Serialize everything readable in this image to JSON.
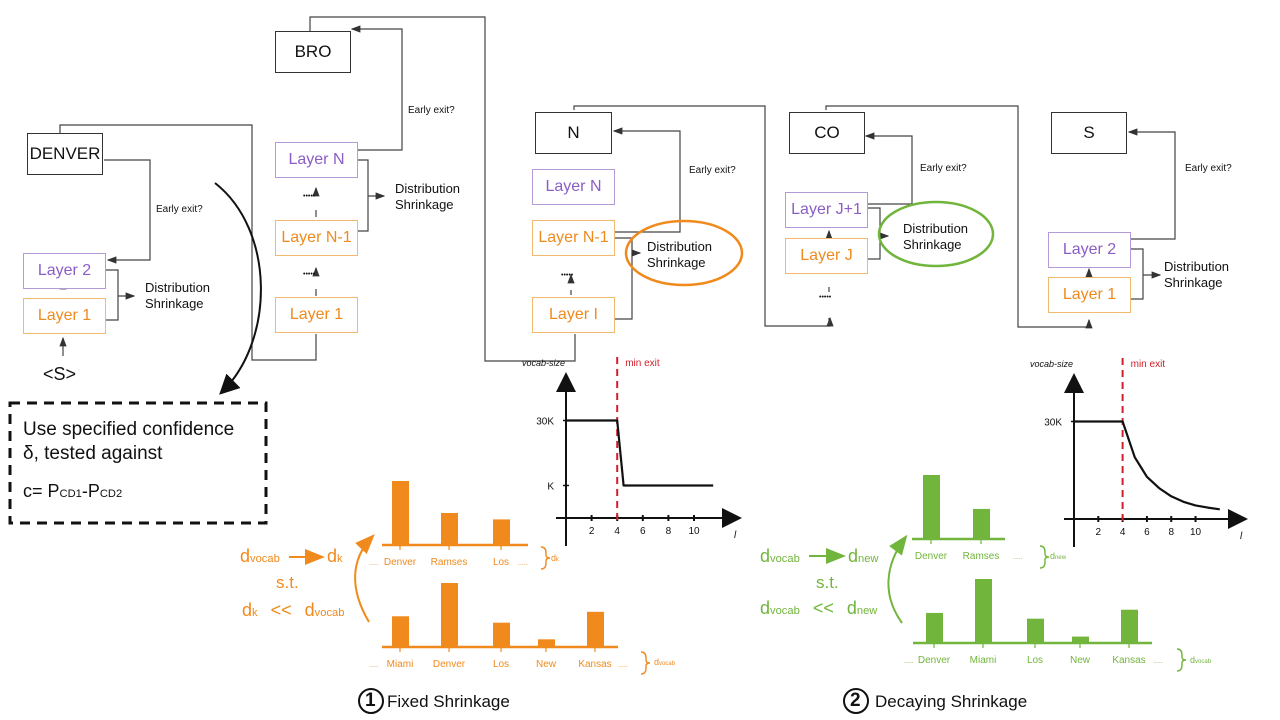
{
  "colors": {
    "orange": "#f08a1c",
    "green": "#72b53c",
    "purple": "#8a5ec6",
    "red_dashed": "#d0202a",
    "line": "#333333"
  },
  "stages": [
    {
      "token": "DENVER",
      "layers": [
        "Layer 2",
        "Layer 1"
      ],
      "input": "<S>",
      "early_exit": "Early exit?",
      "shrinkage": [
        "Distribution",
        "Shrinkage"
      ]
    },
    {
      "token": "BRO",
      "layers": [
        "Layer N",
        "Layer N-1",
        "Layer 1"
      ],
      "early_exit": "Early exit?",
      "shrinkage": [
        "Distribution",
        "Shrinkage"
      ],
      "dots": "•••••"
    },
    {
      "token": "N",
      "layers": [
        "Layer N",
        "Layer N-1",
        "Layer I"
      ],
      "early_exit": "Early exit?",
      "shrinkage": [
        "Distribution",
        "Shrinkage"
      ],
      "dots": "•••••"
    },
    {
      "token": "CO",
      "layers": [
        "Layer J+1",
        "Layer J"
      ],
      "early_exit": "Early exit?",
      "shrinkage": [
        "Distribution",
        "Shrinkage"
      ],
      "dots": "•••••"
    },
    {
      "token": "S",
      "layers": [
        "Layer 2",
        "Layer 1"
      ],
      "early_exit": "Early exit?",
      "shrinkage": [
        "Distribution",
        "Shrinkage"
      ]
    }
  ],
  "confidence_box": {
    "line1": "Use specified confidence",
    "line2": "δ, tested against",
    "formula_prefix": "c= P",
    "sub1": "CD1",
    "minus": "-P",
    "sub2": "CD2"
  },
  "fixed": {
    "title_num": "1",
    "title": "Fixed Shrinkage",
    "eq1_a": "d",
    "eq1_a_sub": "vocab",
    "eq1_b": "d",
    "eq1_b_sub": "k",
    "st": "s.t.",
    "eq2_a": "d",
    "eq2_a_sub": "k",
    "eq2_op": "<<",
    "eq2_b": "d",
    "eq2_b_sub": "vocab",
    "top_label": "dk",
    "bottom_label": "dvocab",
    "ellipsis": "....."
  },
  "decaying": {
    "title_num": "2",
    "title": "Decaying Shrinkage",
    "eq1_a": "d",
    "eq1_a_sub": "vocab",
    "eq1_b": "d",
    "eq1_b_sub": "new",
    "st": "s.t.",
    "eq2_a": "d",
    "eq2_a_sub": "vocab",
    "eq2_op": "<<",
    "eq2_b": "d",
    "eq2_b_sub": "new",
    "top_label": "dnew",
    "bottom_label": "dvocab",
    "ellipsis": "....."
  },
  "chart_data": [
    {
      "type": "bar",
      "title": "Fixed shrinkage - shrunk distribution (dk)",
      "categories": [
        "Denver",
        "Ramses",
        "Los"
      ],
      "values": [
        1.0,
        0.5,
        0.4
      ],
      "color": "#f08a1c"
    },
    {
      "type": "bar",
      "title": "Fixed shrinkage - full distribution (dvocab)",
      "categories": [
        "Miami",
        "Denver",
        "Los",
        "New",
        "Kansas"
      ],
      "values": [
        0.48,
        1.0,
        0.38,
        0.12,
        0.55
      ],
      "color": "#f08a1c"
    },
    {
      "type": "line",
      "title": "Fixed shrinkage vocab size",
      "xlabel": "l",
      "ylabel": "vocab-size",
      "x_ticks": [
        2,
        4,
        6,
        8,
        10
      ],
      "y_ticks": [
        "30K",
        "K"
      ],
      "annotation": "min exit",
      "min_exit_x": 4,
      "x": [
        0,
        4,
        4.5,
        11.5
      ],
      "y": [
        30,
        30,
        10,
        10
      ],
      "xlim": [
        0,
        12.5
      ],
      "ylim": [
        0,
        40
      ]
    },
    {
      "type": "bar",
      "title": "Decaying shrinkage - shrunk distribution (dnew)",
      "categories": [
        "Denver",
        "Ramses"
      ],
      "values": [
        1.0,
        0.47
      ],
      "color": "#72b53c"
    },
    {
      "type": "bar",
      "title": "Decaying shrinkage - full distribution (dvocab)",
      "categories": [
        "Denver",
        "Miami",
        "Los",
        "New",
        "Kansas"
      ],
      "values": [
        0.47,
        1.0,
        0.38,
        0.1,
        0.52
      ],
      "color": "#72b53c"
    },
    {
      "type": "line",
      "title": "Decaying shrinkage vocab size",
      "xlabel": "l",
      "ylabel": "vocab-size",
      "x_ticks": [
        2,
        4,
        6,
        8,
        10
      ],
      "y_ticks": [
        "30K"
      ],
      "annotation": "min exit",
      "min_exit_x": 4,
      "x": [
        0,
        4,
        5,
        6,
        7,
        8,
        9,
        10,
        11,
        12
      ],
      "y": [
        30,
        30,
        19,
        13,
        9.5,
        7,
        5.3,
        4.2,
        3.5,
        3
      ],
      "xlim": [
        0,
        13
      ],
      "ylim": [
        0,
        40
      ]
    }
  ]
}
